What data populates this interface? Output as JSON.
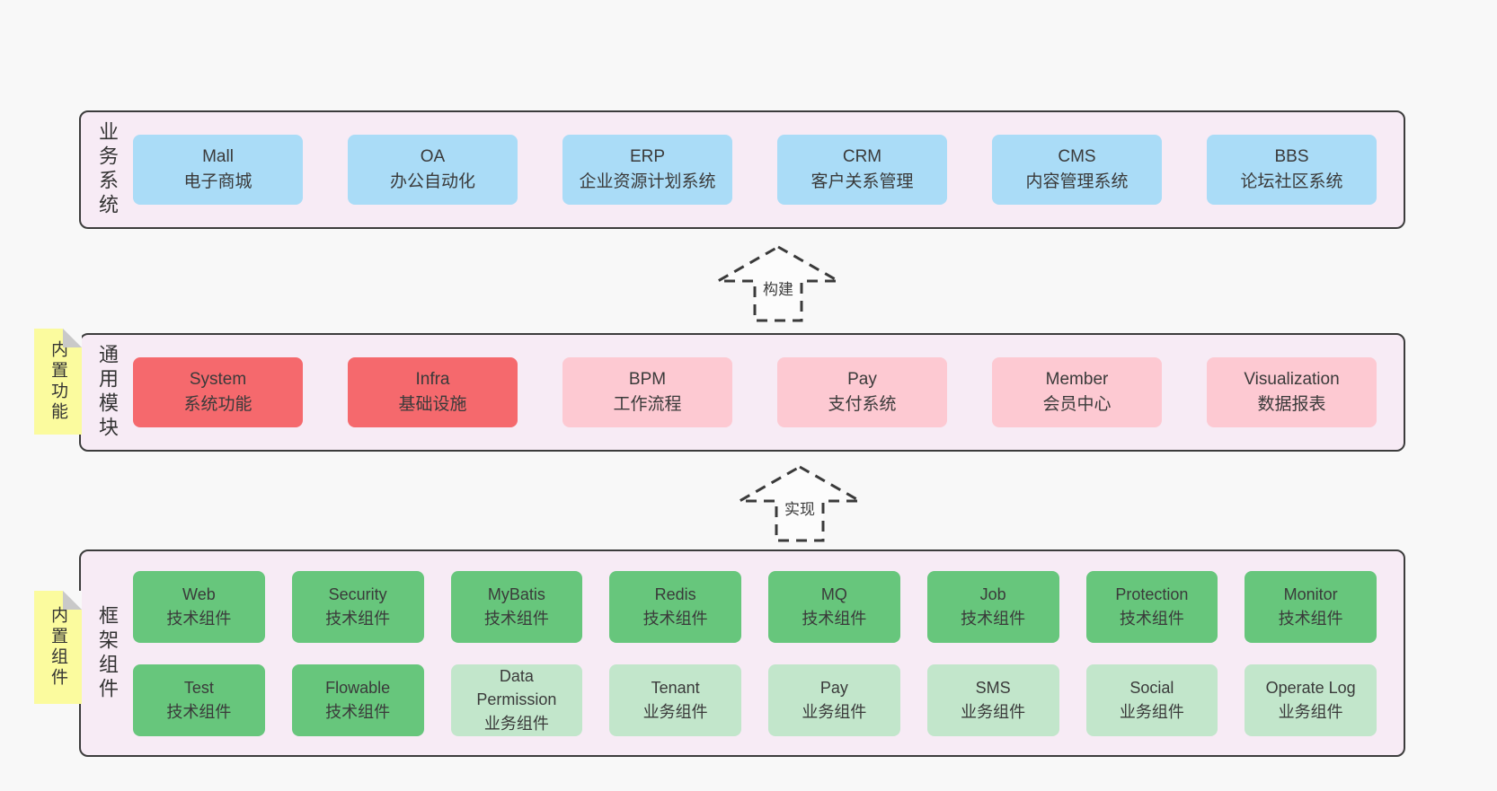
{
  "colors": {
    "page-bg": "#f8f8f8",
    "panel-bg": "#f7ebf5",
    "panel-border": "#3c3c3c",
    "blue-box": "#aadcf7",
    "red-box": "#f5696d",
    "pink-box": "#fdc9d2",
    "green-box": "#67c67c",
    "light-green-box": "#c2e6cb",
    "note-bg": "#fbfb9e",
    "note-fold": "#c9c9c9",
    "text": "#3a3a3a"
  },
  "arrows": [
    {
      "label": "构建"
    },
    {
      "label": "实现"
    }
  ],
  "sections": [
    {
      "label": "业务系统",
      "boxes": [
        {
          "title": "Mall",
          "subtitle": "电子商城",
          "color": "blue"
        },
        {
          "title": "OA",
          "subtitle": "办公自动化",
          "color": "blue"
        },
        {
          "title": "ERP",
          "subtitle": "企业资源计划系统",
          "color": "blue"
        },
        {
          "title": "CRM",
          "subtitle": "客户关系管理",
          "color": "blue"
        },
        {
          "title": "CMS",
          "subtitle": "内容管理系统",
          "color": "blue"
        },
        {
          "title": "BBS",
          "subtitle": "论坛社区系统",
          "color": "blue"
        }
      ]
    },
    {
      "label": "通用模块",
      "note": "内置功能",
      "boxes": [
        {
          "title": "System",
          "subtitle": "系统功能",
          "color": "red"
        },
        {
          "title": "Infra",
          "subtitle": "基础设施",
          "color": "red"
        },
        {
          "title": "BPM",
          "subtitle": "工作流程",
          "color": "pink"
        },
        {
          "title": "Pay",
          "subtitle": "支付系统",
          "color": "pink"
        },
        {
          "title": "Member",
          "subtitle": "会员中心",
          "color": "pink"
        },
        {
          "title": "Visualization",
          "subtitle": "数据报表",
          "color": "pink"
        }
      ]
    },
    {
      "label": "框架组件",
      "note": "内置组件",
      "rows": [
        [
          {
            "title": "Web",
            "subtitle": "技术组件",
            "color": "green"
          },
          {
            "title": "Security",
            "subtitle": "技术组件",
            "color": "green"
          },
          {
            "title": "MyBatis",
            "subtitle": "技术组件",
            "color": "green"
          },
          {
            "title": "Redis",
            "subtitle": "技术组件",
            "color": "green"
          },
          {
            "title": "MQ",
            "subtitle": "技术组件",
            "color": "green"
          },
          {
            "title": "Job",
            "subtitle": "技术组件",
            "color": "green"
          },
          {
            "title": "Protection",
            "subtitle": "技术组件",
            "color": "green"
          },
          {
            "title": "Monitor",
            "subtitle": "技术组件",
            "color": "green"
          }
        ],
        [
          {
            "title": "Test",
            "subtitle": "技术组件",
            "color": "green"
          },
          {
            "title": "Flowable",
            "subtitle": "技术组件",
            "color": "green"
          },
          {
            "title": "Data Permission",
            "subtitle": "业务组件",
            "color": "light-green"
          },
          {
            "title": "Tenant",
            "subtitle": "业务组件",
            "color": "light-green"
          },
          {
            "title": "Pay",
            "subtitle": "业务组件",
            "color": "light-green"
          },
          {
            "title": "SMS",
            "subtitle": "业务组件",
            "color": "light-green"
          },
          {
            "title": "Social",
            "subtitle": "业务组件",
            "color": "light-green"
          },
          {
            "title": "Operate Log",
            "subtitle": "业务组件",
            "color": "light-green"
          }
        ]
      ]
    }
  ]
}
